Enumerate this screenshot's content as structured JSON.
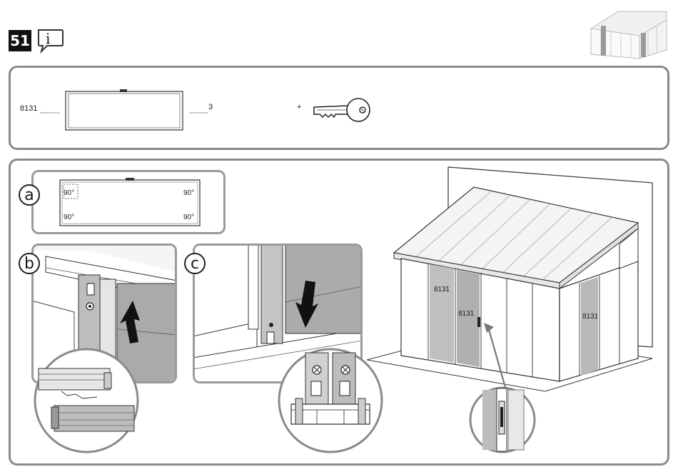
{
  "step": {
    "number": "51"
  },
  "info": {
    "letter": "i"
  },
  "parts": {
    "part_code": "8131",
    "quantity": "3",
    "plus": "+"
  },
  "detail_a": {
    "label": "a",
    "angle_tl": "90°",
    "angle_tr": "90°",
    "angle_bl": "90°",
    "angle_br": "90°"
  },
  "detail_b": {
    "label": "b"
  },
  "detail_c": {
    "label": "c"
  },
  "main_view": {
    "panel_label_1": "8131",
    "panel_label_2": "8131",
    "panel_label_3": "8131"
  }
}
